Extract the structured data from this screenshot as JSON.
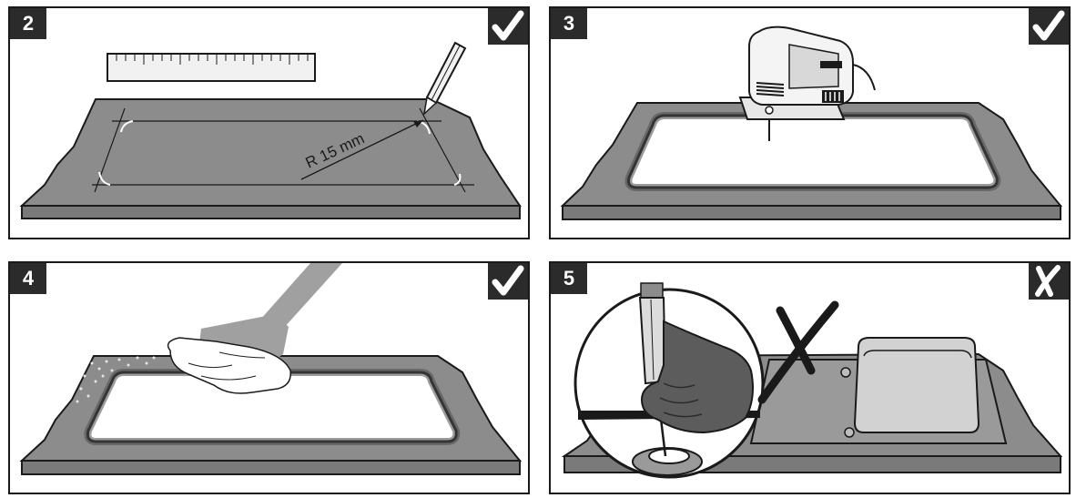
{
  "panels": [
    {
      "step": "2",
      "status": "correct",
      "annotation": "R 15 mm"
    },
    {
      "step": "3",
      "status": "correct"
    },
    {
      "step": "4",
      "status": "correct"
    },
    {
      "step": "5",
      "status": "incorrect"
    }
  ],
  "colors": {
    "worktop": "#8c8c8c",
    "worktop_edge": "#6e6e6e",
    "outline": "#1a1a1a",
    "badge": "#2b2b2b",
    "cutout": "#ffffff"
  }
}
